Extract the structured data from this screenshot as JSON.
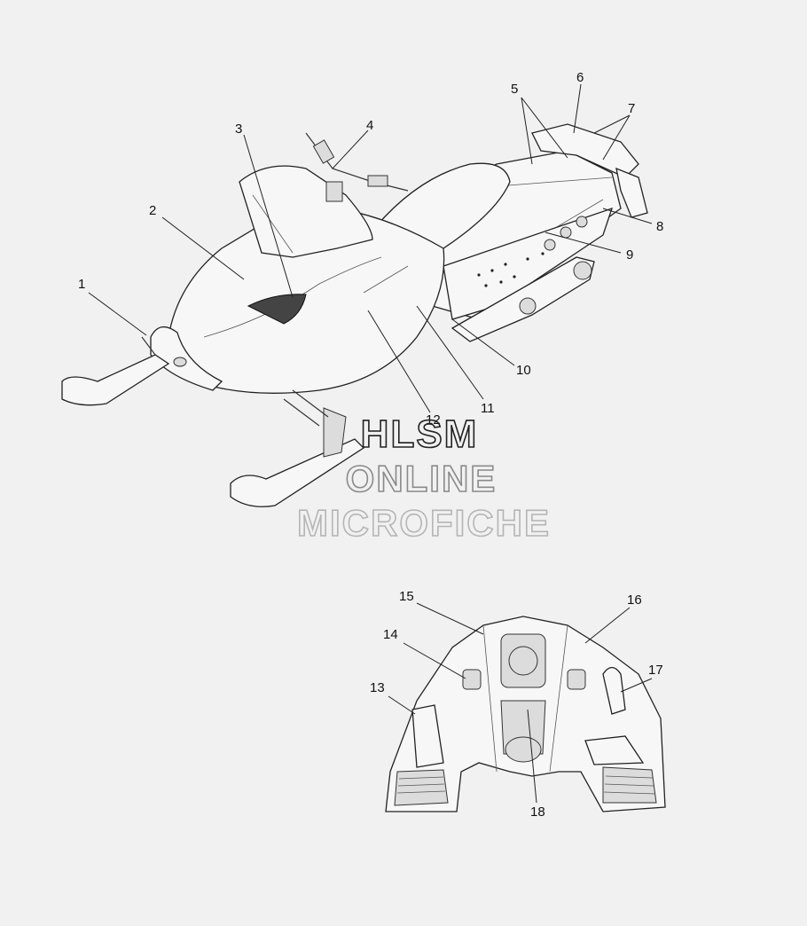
{
  "callouts": [
    {
      "id": "1",
      "text": "1"
    },
    {
      "id": "2",
      "text": "2"
    },
    {
      "id": "3",
      "text": "3"
    },
    {
      "id": "4",
      "text": "4"
    },
    {
      "id": "5",
      "text": "5"
    },
    {
      "id": "6",
      "text": "6"
    },
    {
      "id": "7",
      "text": "7"
    },
    {
      "id": "8",
      "text": "8"
    },
    {
      "id": "9",
      "text": "9"
    },
    {
      "id": "10",
      "text": "10"
    },
    {
      "id": "11",
      "text": "11"
    },
    {
      "id": "12",
      "text": "12"
    },
    {
      "id": "13",
      "text": "13"
    },
    {
      "id": "14",
      "text": "14"
    },
    {
      "id": "15",
      "text": "15"
    },
    {
      "id": "16",
      "text": "16"
    },
    {
      "id": "17",
      "text": "17"
    },
    {
      "id": "18",
      "text": "18"
    }
  ],
  "watermark": {
    "line1": "HLSM",
    "line2": "ONLINE",
    "line3": "MICROFICHE",
    "colors": {
      "line1": "#222222",
      "line2": "#8a8a8a",
      "line3": "#b5b5b5"
    }
  }
}
